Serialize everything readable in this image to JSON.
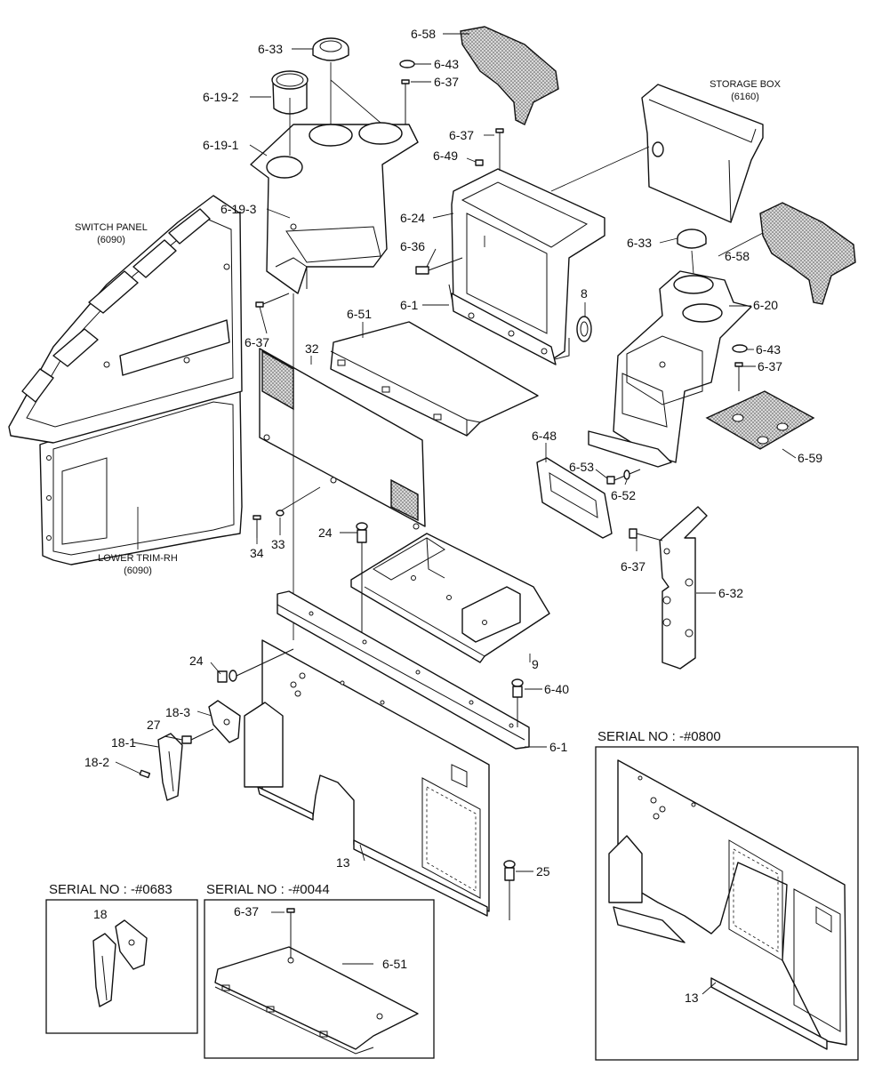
{
  "labels": {
    "p6_33_top": "6-33",
    "p6_58_top": "6-58",
    "p6_43_top": "6-43",
    "p6_37_top": "6-37",
    "p6_19_2": "6-19-2",
    "p6_19_1": "6-19-1",
    "storage_box": "STORAGE BOX",
    "storage_box_code": "(6160)",
    "p6_37_b": "6-37",
    "p6_49": "6-49",
    "p6_19_3": "6-19-3",
    "switch_panel": "SWITCH PANEL",
    "switch_panel_code": "(6090)",
    "p6_24": "6-24",
    "p6_36": "6-36",
    "p6_33_right": "6-33",
    "p6_58_right": "6-58",
    "p6_1_top": "6-1",
    "p8": "8",
    "p6_51": "6-51",
    "p6_20": "6-20",
    "p6_37_left": "6-37",
    "p32": "32",
    "p6_43_right": "6-43",
    "p6_37_right": "6-37",
    "p6_59": "6-59",
    "p6_48": "6-48",
    "p6_53": "6-53",
    "p6_52": "6-52",
    "p24_top": "24",
    "p34": "34",
    "p33": "33",
    "lower_trim": "LOWER TRIM-RH",
    "lower_trim_code": "(6090)",
    "p6_37_bracket": "6-37",
    "p6_32": "6-32",
    "p9": "9",
    "p24_left": "24",
    "p6_40": "6-40",
    "p18_3": "18-3",
    "p27": "27",
    "p18_1": "18-1",
    "p18_2": "18-2",
    "p6_1_bottom": "6-1",
    "p13": "13",
    "p25": "25"
  },
  "insets": {
    "serial_0800": {
      "title": "SERIAL NO : -#0800",
      "part": "13"
    },
    "serial_0683": {
      "title": "SERIAL NO : -#0683",
      "part": "18"
    },
    "serial_0044": {
      "title": "SERIAL NO : -#0044",
      "part_a": "6-37",
      "part_b": "6-51"
    }
  }
}
